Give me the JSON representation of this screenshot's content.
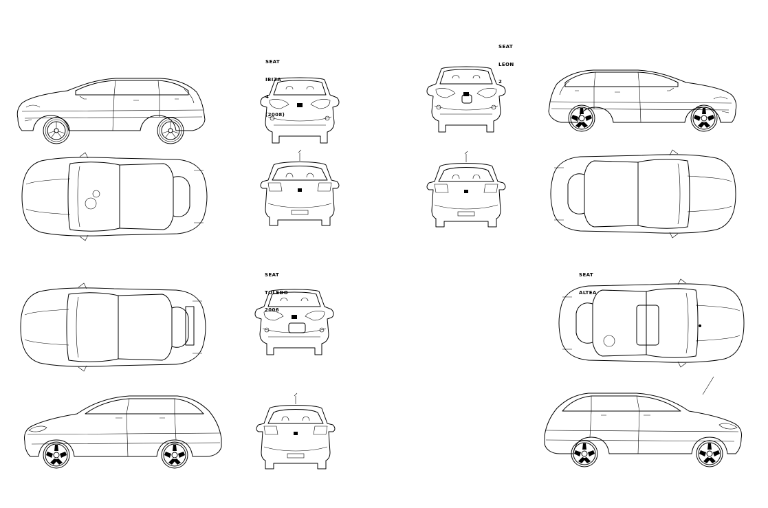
{
  "labels": {
    "ibiza": [
      "SEAT",
      "IBIZA",
      "4",
      "(2008)"
    ],
    "leon": [
      "SEAT",
      "LEON",
      "2"
    ],
    "toledo": [
      "SEAT",
      "TOLEDO",
      "2006"
    ],
    "altea": [
      "SEAT",
      "ALTEA"
    ]
  }
}
